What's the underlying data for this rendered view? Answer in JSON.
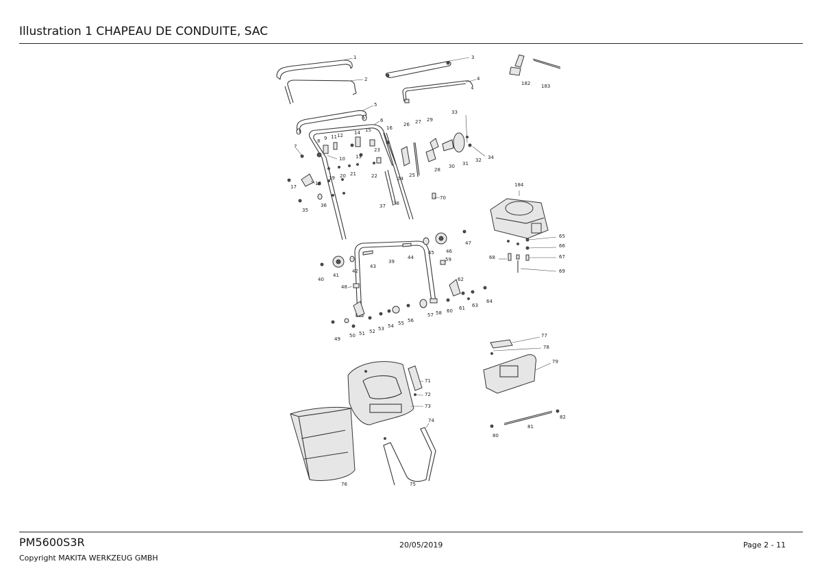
{
  "header": {
    "title": "Illustration  1  CHAPEAU DE CONDUITE, SAC"
  },
  "footer": {
    "model": "PM5600S3R",
    "copyright": "Copyright MAKITA WERKZEUG GMBH",
    "date": "20/05/2019",
    "page": "Page 2 - 11"
  },
  "diagram": {
    "callouts": [
      {
        "id": "c1",
        "label": "1"
      },
      {
        "id": "c2",
        "label": "2"
      },
      {
        "id": "c3",
        "label": "3"
      },
      {
        "id": "c4",
        "label": "4"
      },
      {
        "id": "c5",
        "label": "5"
      },
      {
        "id": "c6",
        "label": "6"
      },
      {
        "id": "c7",
        "label": "7"
      },
      {
        "id": "c8",
        "label": "8"
      },
      {
        "id": "c9",
        "label": "9"
      },
      {
        "id": "c10",
        "label": "10"
      },
      {
        "id": "c11",
        "label": "11"
      },
      {
        "id": "c12",
        "label": "12"
      },
      {
        "id": "c13",
        "label": "13"
      },
      {
        "id": "c14",
        "label": "14"
      },
      {
        "id": "c15",
        "label": "15"
      },
      {
        "id": "c16",
        "label": "16"
      },
      {
        "id": "c17",
        "label": "17"
      },
      {
        "id": "c18",
        "label": "18"
      },
      {
        "id": "c19",
        "label": "19"
      },
      {
        "id": "c20",
        "label": "20"
      },
      {
        "id": "c21",
        "label": "21"
      },
      {
        "id": "c22",
        "label": "22"
      },
      {
        "id": "c23",
        "label": "23"
      },
      {
        "id": "c24",
        "label": "24"
      },
      {
        "id": "c25",
        "label": "25"
      },
      {
        "id": "c26",
        "label": "26"
      },
      {
        "id": "c27",
        "label": "27"
      },
      {
        "id": "c28",
        "label": "28"
      },
      {
        "id": "c29",
        "label": "29"
      },
      {
        "id": "c30",
        "label": "30"
      },
      {
        "id": "c31",
        "label": "31"
      },
      {
        "id": "c32",
        "label": "32"
      },
      {
        "id": "c33",
        "label": "33"
      },
      {
        "id": "c34",
        "label": "34"
      },
      {
        "id": "c35",
        "label": "35"
      },
      {
        "id": "c36",
        "label": "36"
      },
      {
        "id": "c37",
        "label": "37"
      },
      {
        "id": "c38",
        "label": "38"
      },
      {
        "id": "c39",
        "label": "39"
      },
      {
        "id": "c40",
        "label": "40"
      },
      {
        "id": "c41",
        "label": "41"
      },
      {
        "id": "c42",
        "label": "42"
      },
      {
        "id": "c43",
        "label": "43"
      },
      {
        "id": "c44",
        "label": "44"
      },
      {
        "id": "c45",
        "label": "45"
      },
      {
        "id": "c46",
        "label": "46"
      },
      {
        "id": "c47",
        "label": "47"
      },
      {
        "id": "c48",
        "label": "48"
      },
      {
        "id": "c49",
        "label": "49"
      },
      {
        "id": "c50",
        "label": "50"
      },
      {
        "id": "c51",
        "label": "51"
      },
      {
        "id": "c52",
        "label": "52"
      },
      {
        "id": "c53",
        "label": "53"
      },
      {
        "id": "c54",
        "label": "54"
      },
      {
        "id": "c55",
        "label": "55"
      },
      {
        "id": "c56",
        "label": "56"
      },
      {
        "id": "c57",
        "label": "57"
      },
      {
        "id": "c58",
        "label": "58"
      },
      {
        "id": "c59",
        "label": "59"
      },
      {
        "id": "c60",
        "label": "60"
      },
      {
        "id": "c61",
        "label": "61"
      },
      {
        "id": "c62",
        "label": "62"
      },
      {
        "id": "c63",
        "label": "63"
      },
      {
        "id": "c64",
        "label": "64"
      },
      {
        "id": "c65",
        "label": "65"
      },
      {
        "id": "c66",
        "label": "66"
      },
      {
        "id": "c67",
        "label": "67"
      },
      {
        "id": "c68",
        "label": "68"
      },
      {
        "id": "c69",
        "label": "69"
      },
      {
        "id": "c70",
        "label": "70"
      },
      {
        "id": "c71",
        "label": "71"
      },
      {
        "id": "c72",
        "label": "72"
      },
      {
        "id": "c73",
        "label": "73"
      },
      {
        "id": "c74",
        "label": "74"
      },
      {
        "id": "c75",
        "label": "75"
      },
      {
        "id": "c76",
        "label": "76"
      },
      {
        "id": "c77",
        "label": "77"
      },
      {
        "id": "c78",
        "label": "78"
      },
      {
        "id": "c79",
        "label": "79"
      },
      {
        "id": "c80",
        "label": "80"
      },
      {
        "id": "c81",
        "label": "81"
      },
      {
        "id": "c82",
        "label": "82"
      },
      {
        "id": "c182",
        "label": "182"
      },
      {
        "id": "c183",
        "label": "183"
      },
      {
        "id": "c184",
        "label": "184"
      }
    ]
  }
}
